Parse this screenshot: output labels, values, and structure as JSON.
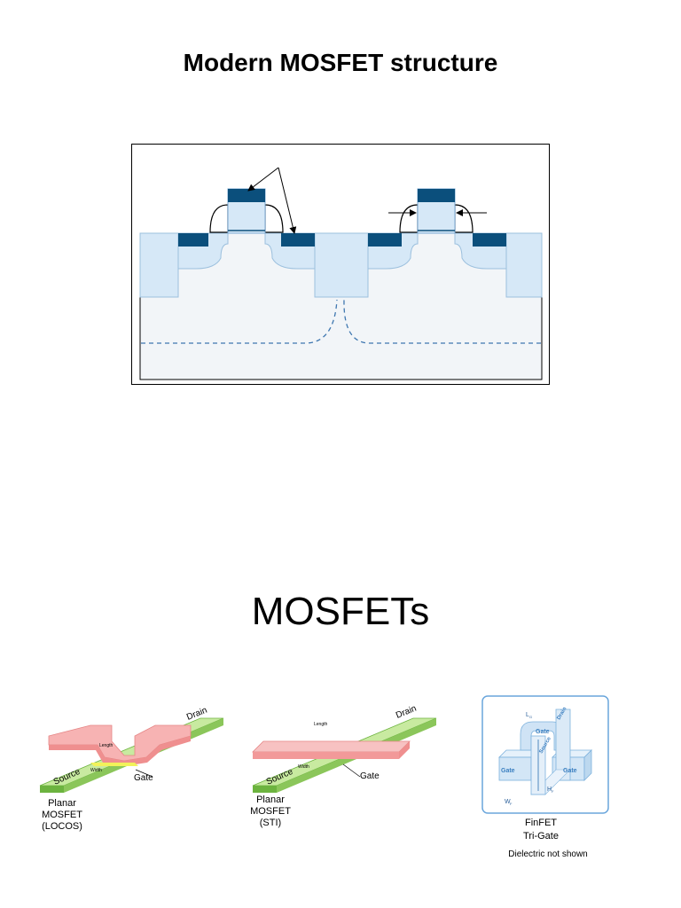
{
  "slide1": {
    "title": "Modern MOSFET structure"
  },
  "slide2": {
    "title": "MOSFETs",
    "devices": [
      {
        "caption_lines": [
          "Planar",
          "MOSFET",
          "(LOCOS)"
        ],
        "labels": {
          "source": "Source",
          "drain": "Drain",
          "gate": "Gate",
          "length": "Length",
          "width": "Width"
        }
      },
      {
        "caption_lines": [
          "Planar",
          "MOSFET",
          "(STI)"
        ],
        "labels": {
          "source": "Source",
          "drain": "Drain",
          "gate": "Gate",
          "length": "Length",
          "width": "Width"
        }
      },
      {
        "caption_lines": [
          "FinFET",
          "Tri-Gate"
        ],
        "labels": {
          "gate_top": "Gate",
          "gate_left": "Gate",
          "gate_right": "Gate",
          "source": "Source",
          "drain": "Drain",
          "lg": "L",
          "lg_sub": "G",
          "hf": "H",
          "hf_sub": "F",
          "wf": "W",
          "wf_sub": "F"
        }
      }
    ],
    "note": "Dielectric not shown"
  },
  "colors": {
    "dark_blue": "#0b4f7c",
    "light_blue": "#d6e8f7",
    "substrate": "#f2f5f8",
    "green": "#a4d56a",
    "green_dark": "#6cb33f",
    "pink": "#f7a8a8",
    "yellow": "#f2f25a"
  }
}
